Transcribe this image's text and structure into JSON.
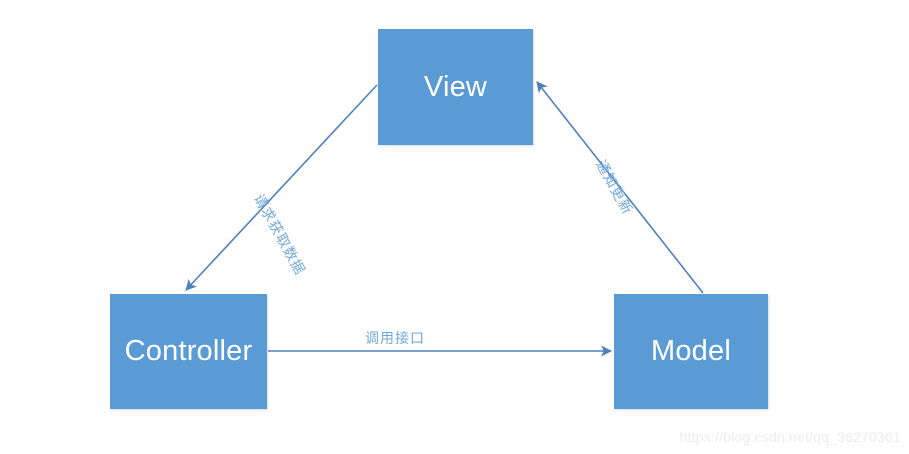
{
  "diagram": {
    "title": "MVC pattern triangle diagram",
    "background": "#ffffff",
    "node_fill": "#5B9BD5",
    "node_text_color": "#ffffff",
    "edge_color": "#4E81BD",
    "edge_label_color": "#6FA8DC",
    "nodes": [
      {
        "id": "view",
        "label": "View"
      },
      {
        "id": "controller",
        "label": "Controller"
      },
      {
        "id": "model",
        "label": "Model"
      }
    ],
    "edges": [
      {
        "id": "view-to-controller",
        "label": "请求获取数据",
        "from": "View",
        "to": "Controller"
      },
      {
        "id": "controller-to-model",
        "label": "调用接口",
        "from": "Controller",
        "to": "Model"
      },
      {
        "id": "model-to-view",
        "label": "通知更新",
        "from": "Model",
        "to": "View"
      }
    ]
  },
  "watermark": {
    "text": "https://blog.csdn.net/qq_36270361"
  }
}
